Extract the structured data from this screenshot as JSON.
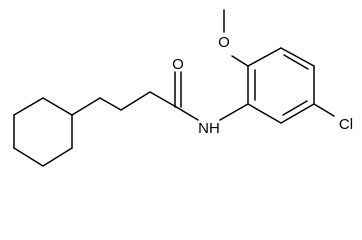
{
  "molecule": {
    "atoms": {
      "carbonyl_oxygen": "O",
      "methoxy_oxygen": "O",
      "amide_nitrogen": "NH",
      "chlorine": "Cl"
    },
    "colors": {
      "bond": "#000000",
      "label": "#000000",
      "background": "#ffffff"
    }
  }
}
